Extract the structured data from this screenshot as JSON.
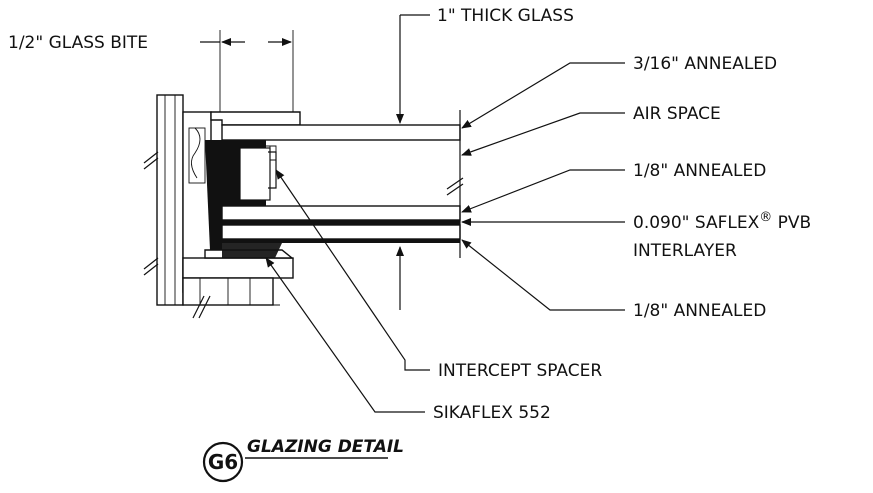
{
  "labels": {
    "glass_thickness": "1\" THICK GLASS",
    "glass_bite": "1/2\" GLASS BITE",
    "outer_lite": "3/16\" ANNEALED",
    "air_space": "AIR SPACE",
    "inner_lite_1": "1/8\" ANNEALED",
    "interlayer_line1": "0.090\" SAFLEX",
    "interlayer_reg": "®",
    "interlayer_pvb": " PVB",
    "interlayer_line2": "INTERLAYER",
    "inner_lite_2": "1/8\" ANNEALED",
    "spacer": "INTERCEPT SPACER",
    "sealant": "SIKAFLEX 552"
  },
  "detail": {
    "badge": "G6",
    "title": "GLAZING DETAIL"
  },
  "colors": {
    "ink": "#111111",
    "background": "#ffffff"
  }
}
